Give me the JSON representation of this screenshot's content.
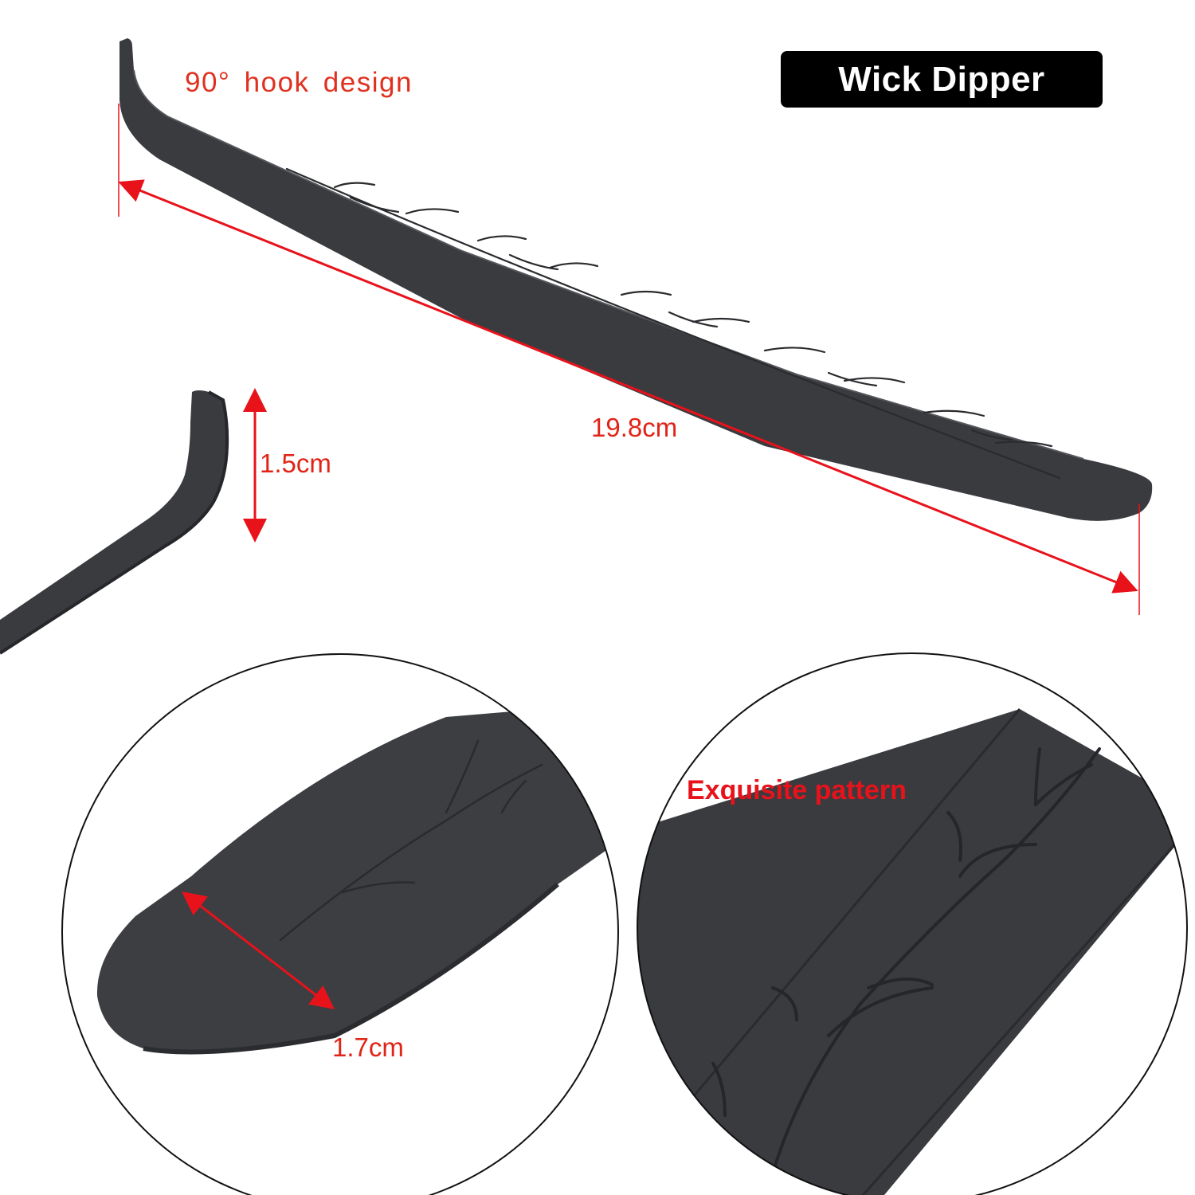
{
  "title": "Wick Dipper",
  "annotations": {
    "hook_design": "90° hook design",
    "length": "19.8cm",
    "hook_height": "1.5cm",
    "tip_width": "1.7cm",
    "pattern": "Exquisite pattern"
  },
  "colors": {
    "background": "#ffffff",
    "tool": "#3a3b3f",
    "tool_shadow": "#26272a",
    "measurement": "#e8121b",
    "badge": "#000000",
    "badge_text": "#ffffff",
    "hook_label": "#e0301e",
    "dimension_text": "#e02418",
    "pattern_text": "#e8121b",
    "circle_outline": "#111111"
  }
}
